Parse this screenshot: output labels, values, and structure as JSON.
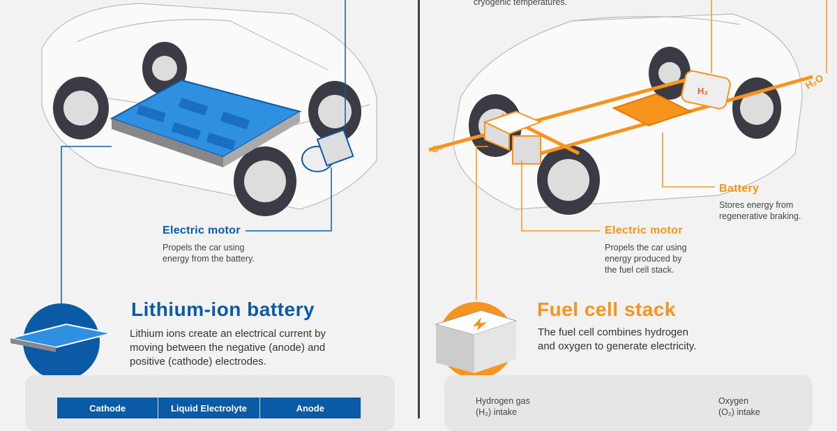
{
  "colors": {
    "blue": "#0b5aa6",
    "orange": "#f7941d",
    "divider": "#3d4048"
  },
  "left": {
    "motor_label": "Electric motor",
    "motor_desc_1": "Propels the car using",
    "motor_desc_2": "energy from the battery.",
    "title": "Lithium-ion battery",
    "body_1": "Lithium ions create an electrical current by",
    "body_2": "moving between the negative (anode) and",
    "body_3": "positive (cathode) electrodes.",
    "table_headers": [
      "Cathode",
      "Liquid Electrolyte",
      "Anode"
    ]
  },
  "right": {
    "top_text": "cryogenic temperatures.",
    "h2_label": "H₂",
    "h2o_label": "H₂O",
    "o2_label": "O₂",
    "battery_label": "Battery",
    "battery_desc_1": "Stores energy from",
    "battery_desc_2": "regenerative braking.",
    "motor_label": "Electric motor",
    "motor_desc_1": "Propels the car using",
    "motor_desc_2": "energy produced by",
    "motor_desc_3": "the fuel cell stack.",
    "title": "Fuel cell stack",
    "body_1": "The fuel cell combines hydrogen",
    "body_2": "and oxygen to generate electricity.",
    "hydrogen_1": "Hydrogen gas",
    "hydrogen_2": "(H₂) intake",
    "oxygen_1": "Oxygen",
    "oxygen_2": "(O₂) intake"
  }
}
